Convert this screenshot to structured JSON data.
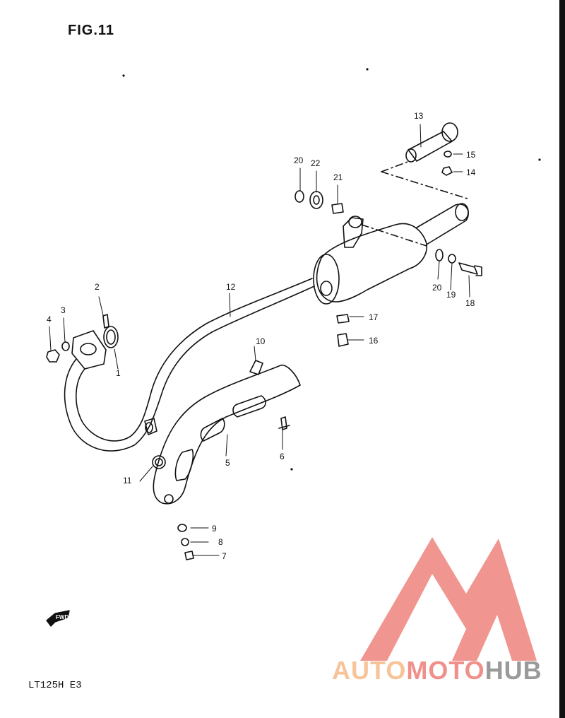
{
  "figure": {
    "title": "FIG.11",
    "model_code": "LT125H E3"
  },
  "callouts": [
    "1",
    "2",
    "3",
    "4",
    "5",
    "6",
    "7",
    "8",
    "9",
    "10",
    "11",
    "12",
    "13",
    "14",
    "15",
    "16",
    "17",
    "18",
    "19",
    "20",
    "20",
    "21",
    "22"
  ],
  "fwd_label": "FWD",
  "watermark": {
    "part_a": "AUTO",
    "part_b": "MOTO",
    "part_c": "HUB",
    "color_a": "#f7c49a",
    "color_b": "#f0908a",
    "color_c": "#9a9a9a"
  },
  "colors": {
    "line": "#111111",
    "logo": "#f0908a"
  }
}
